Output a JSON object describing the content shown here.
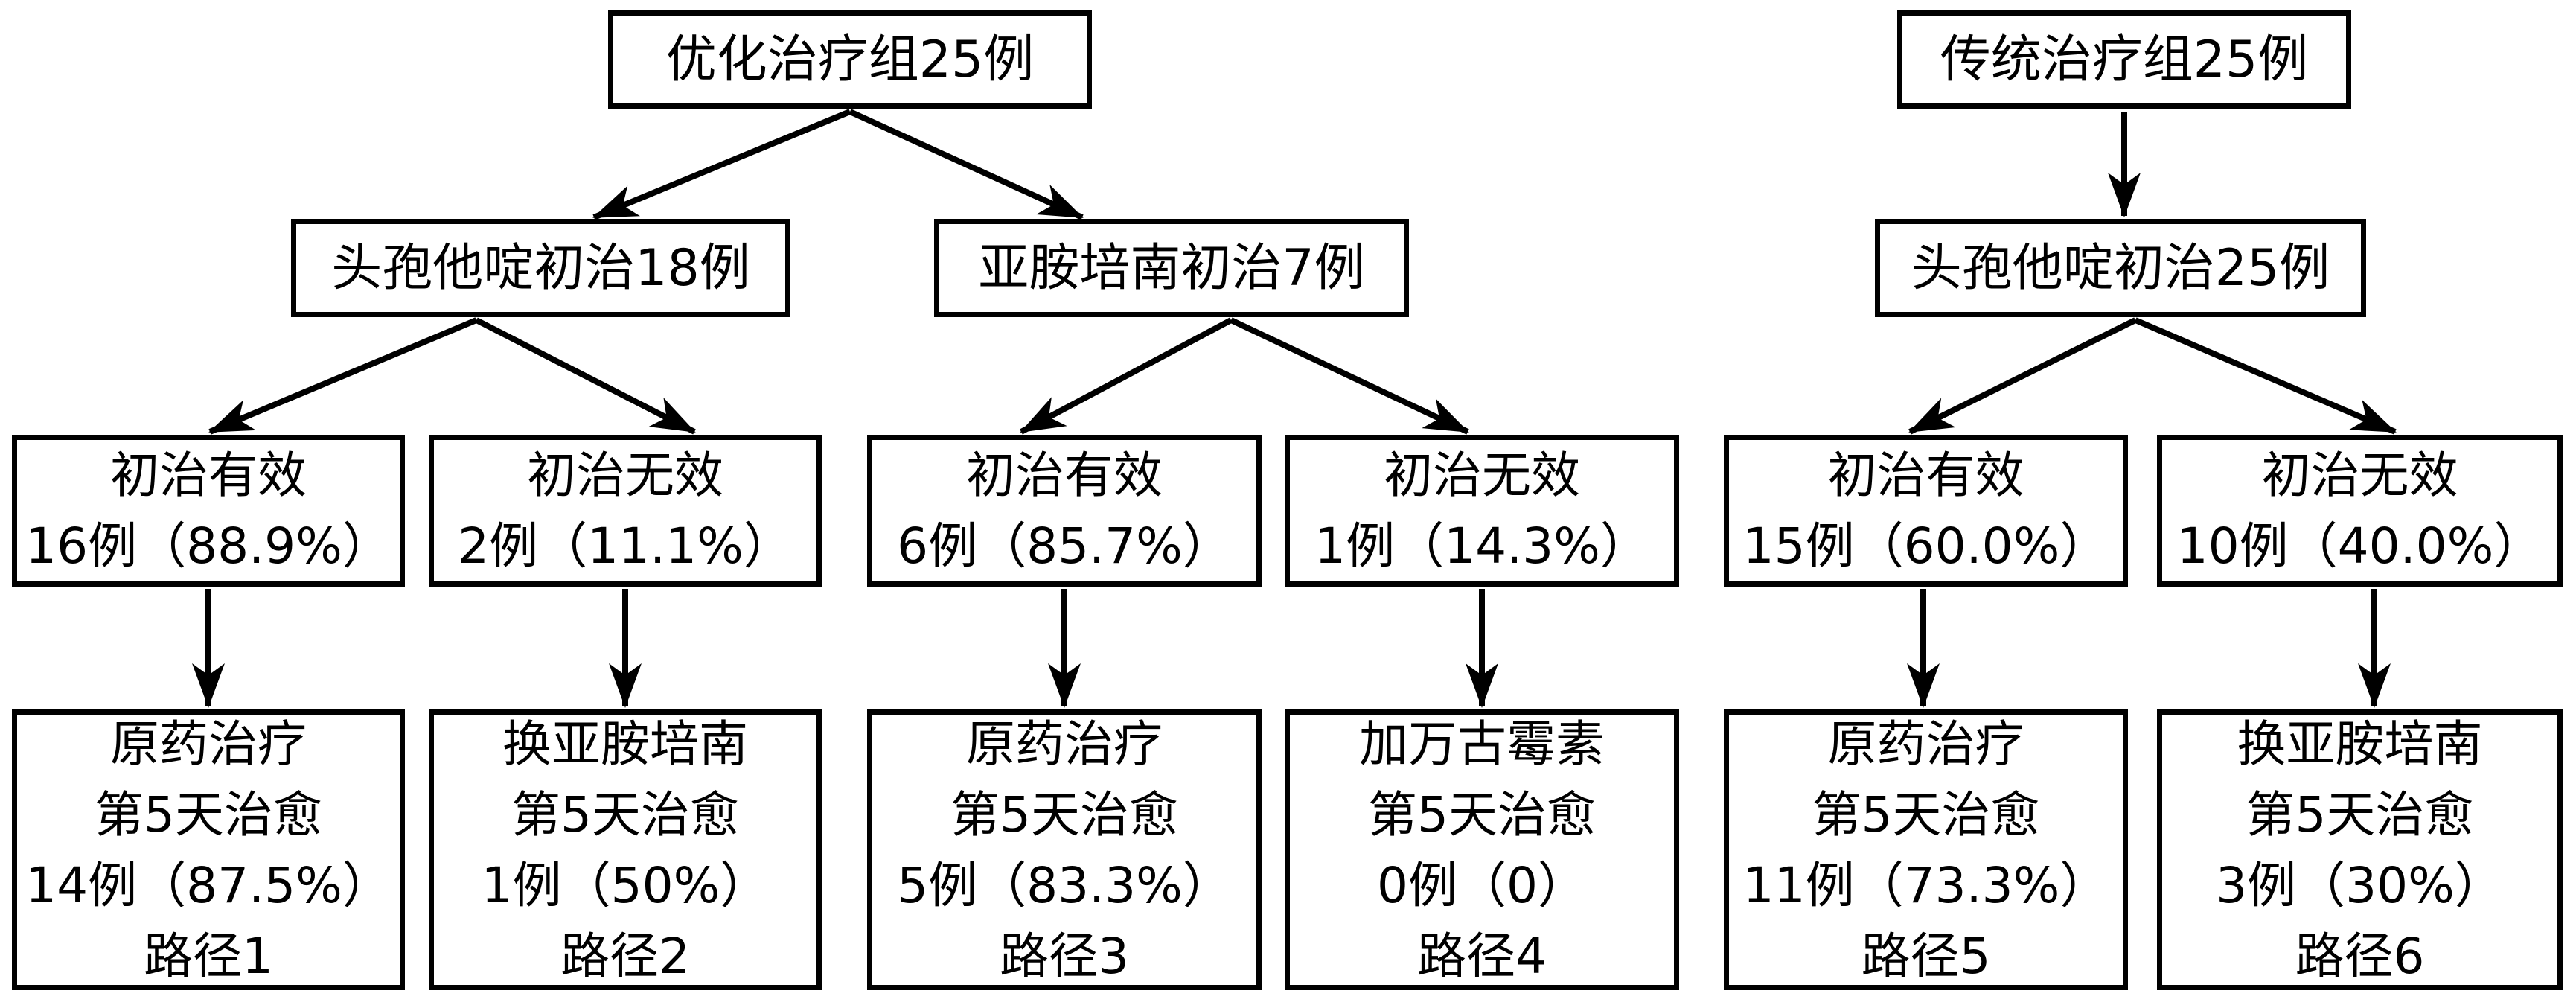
{
  "colors": {
    "background": "#ffffff",
    "box_border": "#000000",
    "text": "#000000",
    "arrow": "#000000"
  },
  "flowchart": {
    "optimized_group": {
      "root": "优化治疗组25例",
      "ceftazidime_initial": "头孢他啶初治18例",
      "imipenem_initial": "亚胺培南初治7例",
      "ceft_effective": {
        "label": "初治有效",
        "cases": "16例（88.9%）"
      },
      "ceft_ineffective": {
        "label": "初治无效",
        "cases": "2例（11.1%）"
      },
      "imip_effective": {
        "label": "初治有效",
        "cases": "6例（85.7%）"
      },
      "imip_ineffective": {
        "label": "初治无效",
        "cases": "1例（14.3%）"
      },
      "path1": {
        "treatment": "原药治疗",
        "outcome": "第5天治愈",
        "cases": "14例（87.5%）",
        "path": "路径1"
      },
      "path2": {
        "treatment": "换亚胺培南",
        "outcome": "第5天治愈",
        "cases": "1例（50%）",
        "path": "路径2"
      },
      "path3": {
        "treatment": "原药治疗",
        "outcome": "第5天治愈",
        "cases": "5例（83.3%）",
        "path": "路径3"
      },
      "path4": {
        "treatment": "加万古霉素",
        "outcome": "第5天治愈",
        "cases": "0例（0）",
        "path": "路径4"
      }
    },
    "traditional_group": {
      "root": "传统治疗组25例",
      "ceftazidime_initial": "头孢他啶初治25例",
      "effective": {
        "label": "初治有效",
        "cases": "15例（60.0%）"
      },
      "ineffective": {
        "label": "初治无效",
        "cases": "10例（40.0%）"
      },
      "path5": {
        "treatment": "原药治疗",
        "outcome": "第5天治愈",
        "cases": "11例（73.3%）",
        "path": "路径5"
      },
      "path6": {
        "treatment": "换亚胺培南",
        "outcome": "第5天治愈",
        "cases": "3例（30%）",
        "path": "路径6"
      }
    }
  }
}
